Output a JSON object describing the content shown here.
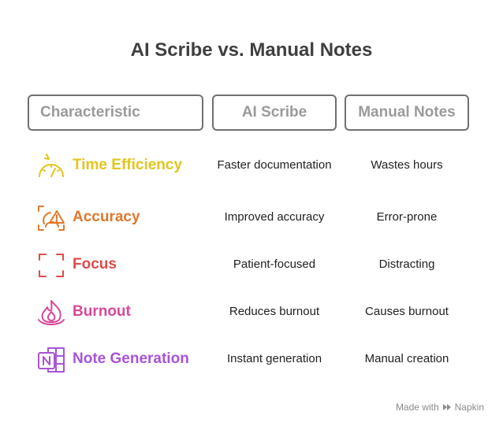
{
  "title": "AI Scribe vs. Manual Notes",
  "headers": {
    "characteristic": "Characteristic",
    "ai": "AI Scribe",
    "manual": "Manual Notes"
  },
  "rows": [
    {
      "label": "Time Efficiency",
      "ai": "Faster documentation",
      "manual": "Wastes hours",
      "color": "#e3c51c",
      "icon": "stopwatch-icon"
    },
    {
      "label": "Accuracy",
      "ai": "Improved accuracy",
      "manual": "Error-prone",
      "color": "#e0782c",
      "icon": "warning-target-icon"
    },
    {
      "label": "Focus",
      "ai": "Patient-focused",
      "manual": "Distracting",
      "color": "#e04b4b",
      "icon": "focus-frame-icon"
    },
    {
      "label": "Burnout",
      "ai": "Reduces burnout",
      "manual": "Causes burnout",
      "color": "#d9489a",
      "icon": "flame-icon"
    },
    {
      "label": "Note Generation",
      "ai": "Instant generation",
      "manual": "Manual creation",
      "color": "#a953d6",
      "icon": "notebook-icon"
    }
  ],
  "footer": {
    "made_with": "Made with",
    "brand": "Napkin",
    "brand_icon": "napkin-logo-icon"
  }
}
